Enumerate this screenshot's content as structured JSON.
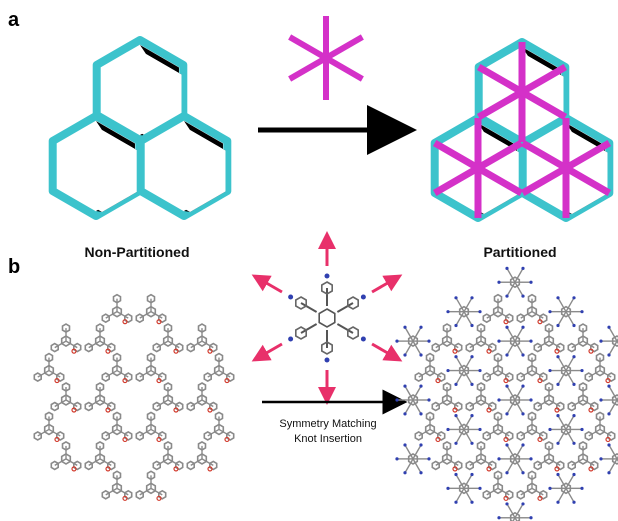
{
  "panel_a": {
    "label": "a",
    "left_caption": "Non-Partitioned",
    "right_caption": "Partitioned"
  },
  "panel_b": {
    "label": "b",
    "arrow_line1": "Symmetry Matching",
    "arrow_line2": "Knot Insertion"
  },
  "colors": {
    "framework": "#3cc3cc",
    "linker": "#d431c8",
    "pore_shadow": "#000000",
    "arrow": "#000000",
    "radial_arrow": "#e8306a",
    "molecule_grey": "#8a8a8a",
    "molecule_oxygen": "#d23a2c",
    "molecule_nitrogen": "#3040b0"
  }
}
